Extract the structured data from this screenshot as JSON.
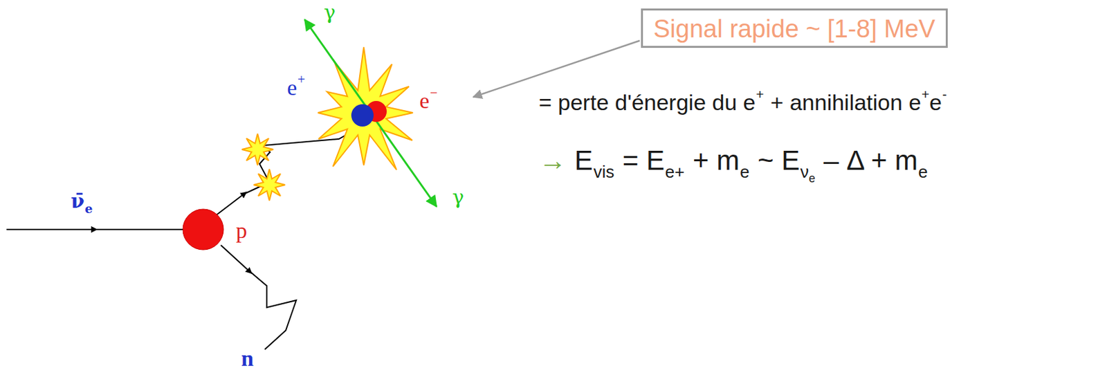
{
  "diagram": {
    "nodes": [
      {
        "text": [
          "Signal rapide ~ [1-8] MeV"
        ]
      }
    ],
    "labels": [
      "ν̄",
      "e",
      "p",
      "n",
      "e",
      "+",
      "e",
      "−",
      "γ",
      "γ",
      "= perte d'énergie du e",
      "+",
      "+ annihilation e",
      "+",
      "e",
      "-",
      "→",
      "E",
      "vis",
      "= E",
      "e+",
      "+ m",
      "e",
      "~ E",
      "ν",
      "e",
      "– Δ + m",
      "e"
    ]
  }
}
